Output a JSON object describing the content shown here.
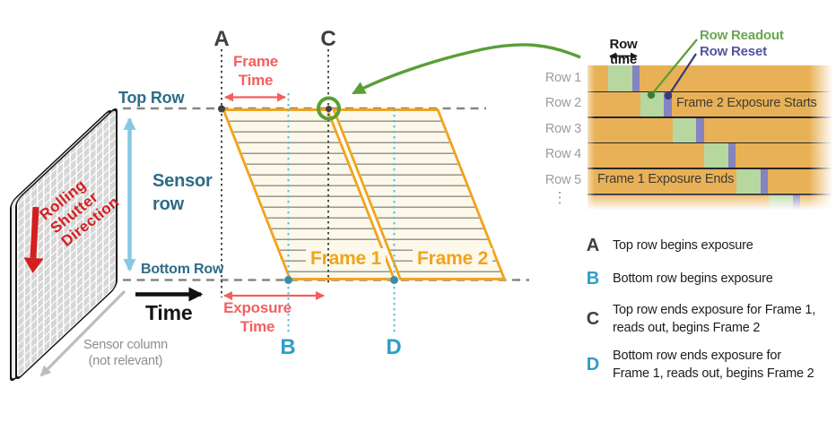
{
  "sensor": {
    "rolling_direction": "Rolling\nShutter\nDirection",
    "column_note": "Sensor column\n(not relevant)"
  },
  "axis": {
    "top_row": "Top Row",
    "bottom_row": "Bottom Row",
    "row_axis": "Sensor\nrow",
    "time_axis": "Time"
  },
  "timeline": {
    "marker_a": "A",
    "marker_b": "B",
    "marker_c": "C",
    "marker_d": "D",
    "frame_time": "Frame\nTime",
    "exposure_time": "Exposure\nTime",
    "frame1": "Frame 1",
    "frame2": "Frame 2"
  },
  "inset": {
    "row_time": "Row time",
    "row_readout": "Row Readout",
    "row_reset": "Row Reset",
    "frame2_note": "Frame 2 Exposure Starts",
    "frame1_note": "Frame 1 Exposure Ends",
    "rows": [
      "Row 1",
      "Row 2",
      "Row 3",
      "Row 4",
      "Row 5"
    ],
    "ellipsis": "⋮"
  },
  "legend": {
    "items": [
      {
        "key": "A",
        "text": "Top row begins exposure"
      },
      {
        "key": "B",
        "text": "Bottom row begins exposure"
      },
      {
        "key": "C",
        "text": "Top row ends exposure for Frame 1,\nreads out, begins Frame 2"
      },
      {
        "key": "D",
        "text": "Bottom row ends exposure for\nFrame 1, reads out, begins Frame 2"
      }
    ]
  },
  "colors": {
    "accent_orange": "#f0a41d",
    "accent_red": "#f25f5f",
    "rolling_red": "#d41f1f",
    "teal_label": "#2d6c88",
    "marker_blue": "#2f9ec8",
    "readout_green": "#5a9e35",
    "reset_purple": "#55539e",
    "band_orange": "#e9b157",
    "readout_block_green": "#b7d7a0",
    "reset_block_purple": "#8583c0"
  }
}
